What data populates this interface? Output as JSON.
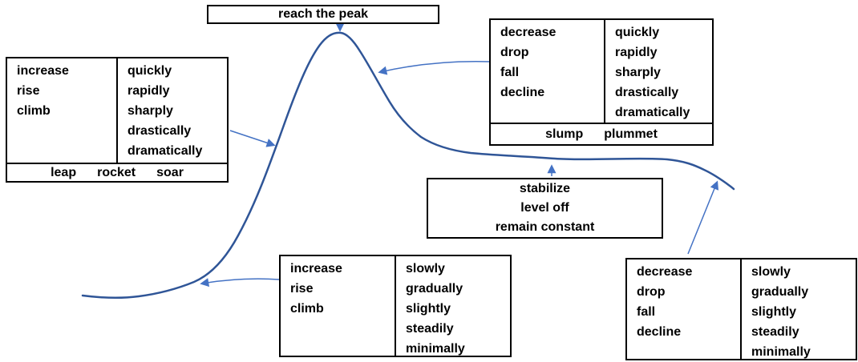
{
  "diagram_title": "trend description vocabulary curve",
  "colors": {
    "curve": "#2F5597",
    "arrow": "#4472C4",
    "box_border": "#000000",
    "text": "#000000",
    "background": "#FFFFFF"
  },
  "peak_box": {
    "label": "reach the peak"
  },
  "increase_fast_box": {
    "verbs": [
      "increase",
      "rise",
      "climb"
    ],
    "adverbs": [
      "quickly",
      "rapidly",
      "sharply",
      "drastically",
      "dramatically"
    ],
    "synonyms": [
      "leap",
      "rocket",
      "soar"
    ]
  },
  "decrease_fast_box": {
    "verbs": [
      "decrease",
      "drop",
      "fall",
      "decline"
    ],
    "adverbs": [
      "quickly",
      "rapidly",
      "sharply",
      "drastically",
      "dramatically"
    ],
    "synonyms": [
      "slump",
      "plummet"
    ]
  },
  "stabilize_box": {
    "lines": [
      "stabilize",
      "level off",
      "remain constant"
    ]
  },
  "increase_slow_box": {
    "verbs": [
      "increase",
      "rise",
      "climb"
    ],
    "adverbs": [
      "slowly",
      "gradually",
      "slightly",
      "steadily",
      "minimally"
    ]
  },
  "decrease_slow_box": {
    "verbs": [
      "decrease",
      "drop",
      "fall",
      "decline"
    ],
    "adverbs": [
      "slowly",
      "gradually",
      "slightly",
      "steadily",
      "minimally"
    ]
  }
}
